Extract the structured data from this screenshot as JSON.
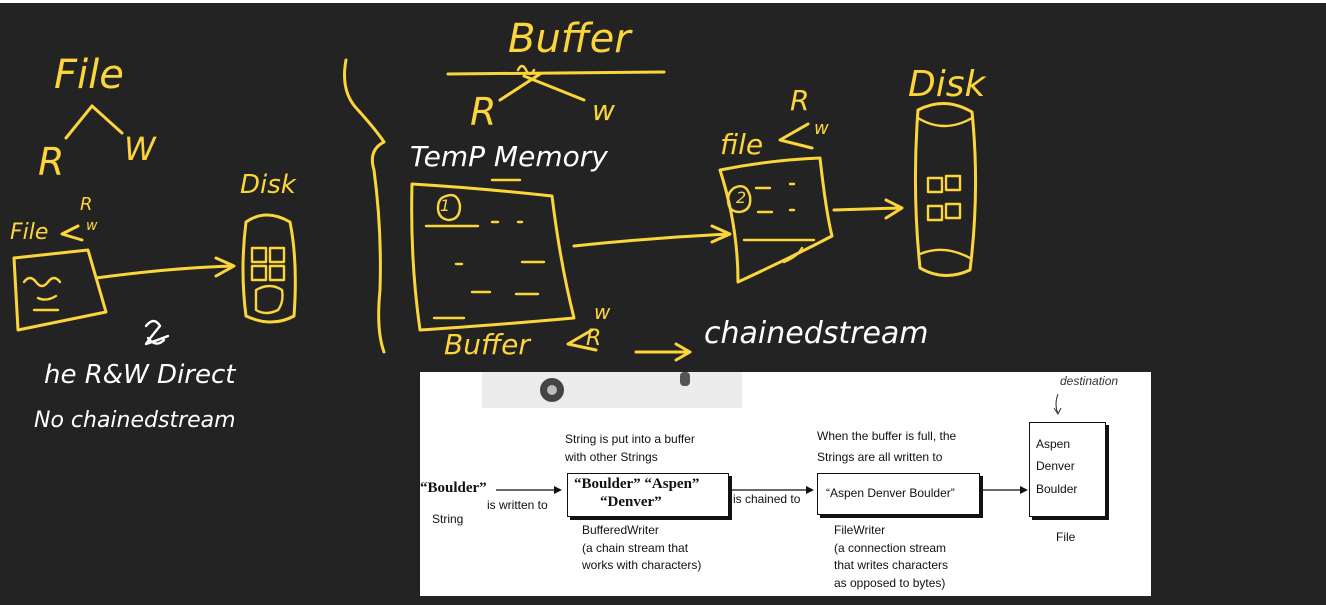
{
  "whiteboard": {
    "left_sketch": {
      "title": "File",
      "branch_left": "R",
      "branch_right": "W",
      "file_label": "File",
      "file_mode_top": "R",
      "file_mode_bottom": "w",
      "disk_label": "Disk",
      "note_line1": "he R&W Direct",
      "note_line2": "No chainedstream"
    },
    "right_sketch": {
      "title": "Buffer",
      "branch_left": "R",
      "branch_right": "w",
      "temp_label": "TemP Memory",
      "buffer_label": "Buffer",
      "buffer_mode_top": "w",
      "buffer_mode_bottom": "R",
      "chained_label": "chainedstream",
      "file_label": "file",
      "file_mode_top": "R",
      "file_mode_bottom": "w",
      "circle_one": "1",
      "circle_two": "2",
      "disk_label": "Disk"
    }
  },
  "diagram": {
    "destination": "destination",
    "source_word": "“Boulder”",
    "source_type": "String",
    "is_written_to": "is written to",
    "buffer_caption_1": "String is put into a buffer",
    "buffer_caption_2": "with other Strings",
    "buffer_box_line1": "“Boulder” “Aspen”",
    "buffer_box_line2": "“Denver”",
    "buffer_type": "BufferedWriter",
    "buffer_desc_1": "(a chain stream that",
    "buffer_desc_2": "works with characters)",
    "is_chained_to": "is chained to",
    "writer_caption_1": "When the buffer is full, the",
    "writer_caption_2": "Strings are all written to",
    "writer_box": "“Aspen Denver Boulder”",
    "writer_type": "FileWriter",
    "writer_desc_1": "(a connection stream",
    "writer_desc_2": "that writes characters",
    "writer_desc_3": "as opposed to bytes)",
    "file_items": [
      "Aspen",
      "Denver",
      "Boulder"
    ],
    "file_type": "File"
  }
}
